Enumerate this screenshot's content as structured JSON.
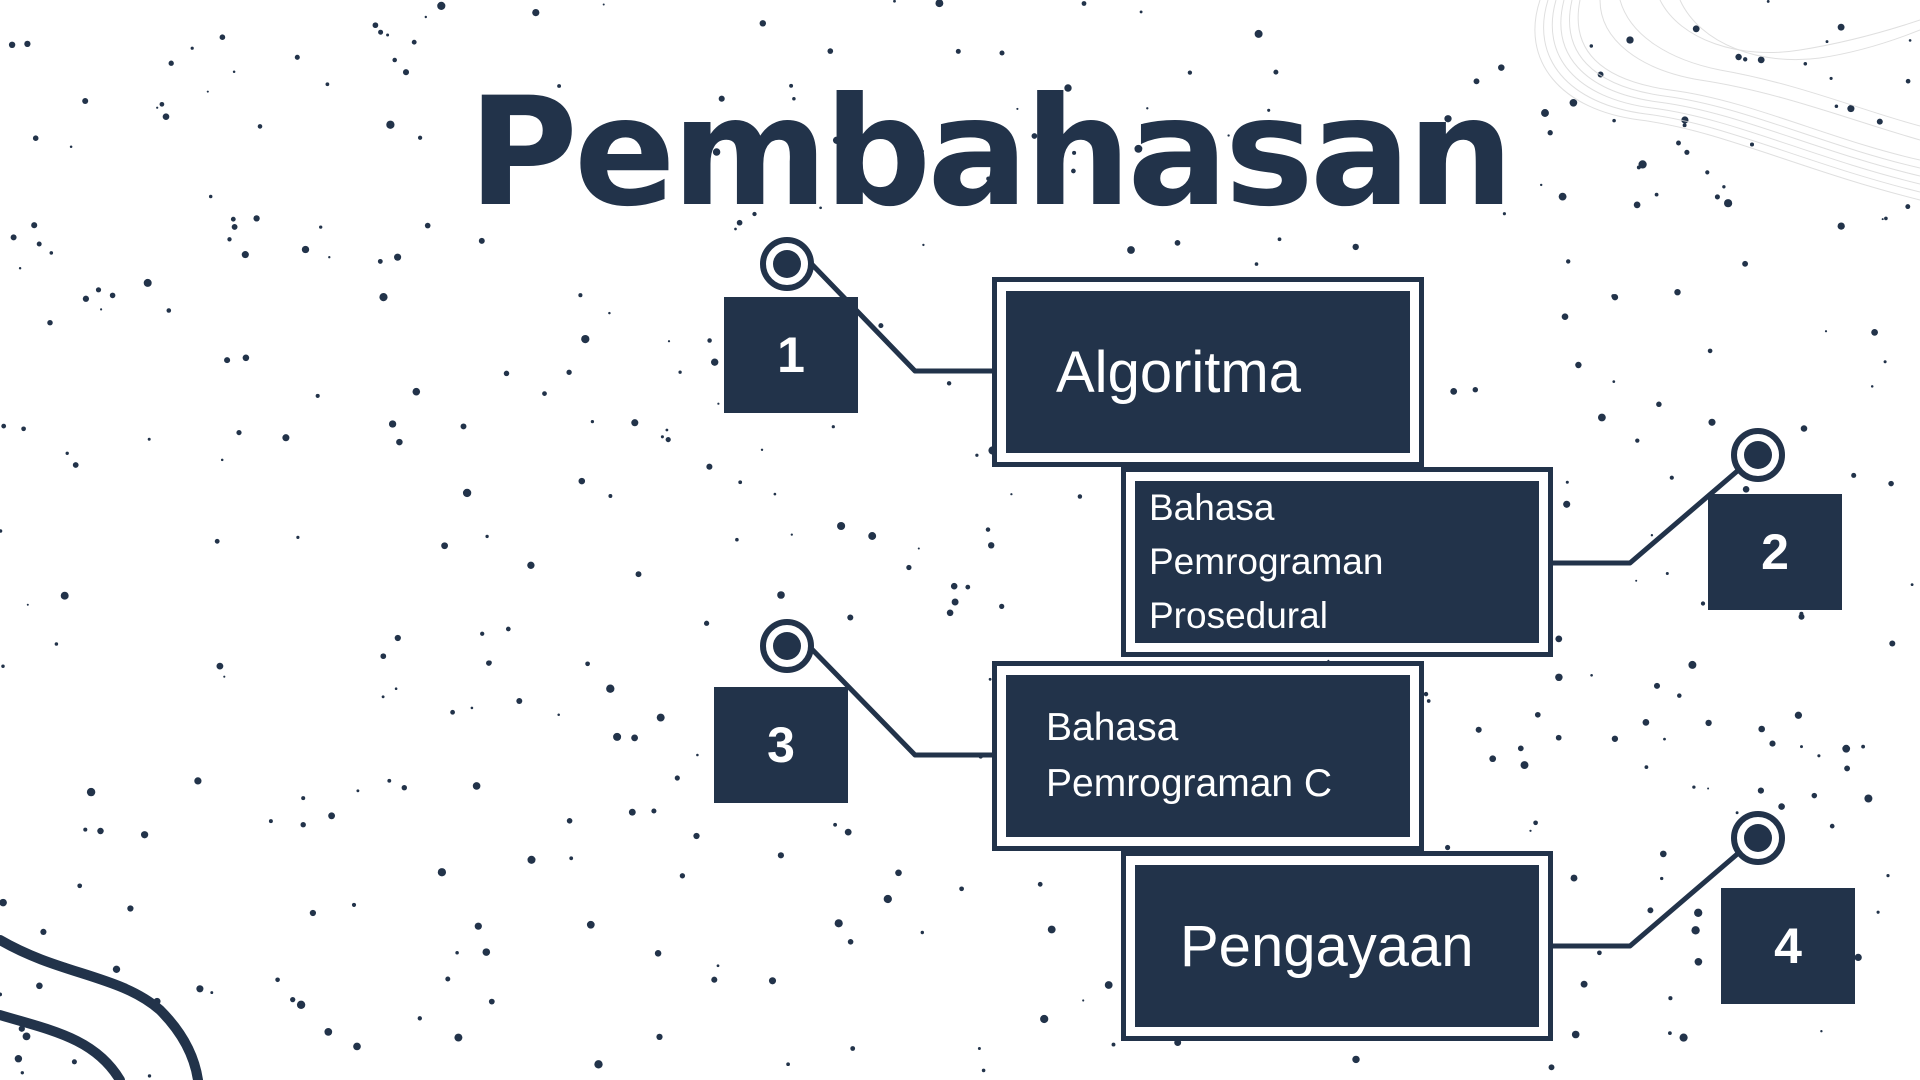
{
  "slide": {
    "title": "Pembahasan",
    "accent_color": "#22334a",
    "background_color": "#ffffff"
  },
  "items": [
    {
      "number": "1",
      "label": "Algoritma"
    },
    {
      "number": "2",
      "label": "Bahasa Pemrograman Prosedural"
    },
    {
      "number": "3",
      "label": "Bahasa Pemrograman C"
    },
    {
      "number": "4",
      "label": "Pengayaan"
    }
  ]
}
